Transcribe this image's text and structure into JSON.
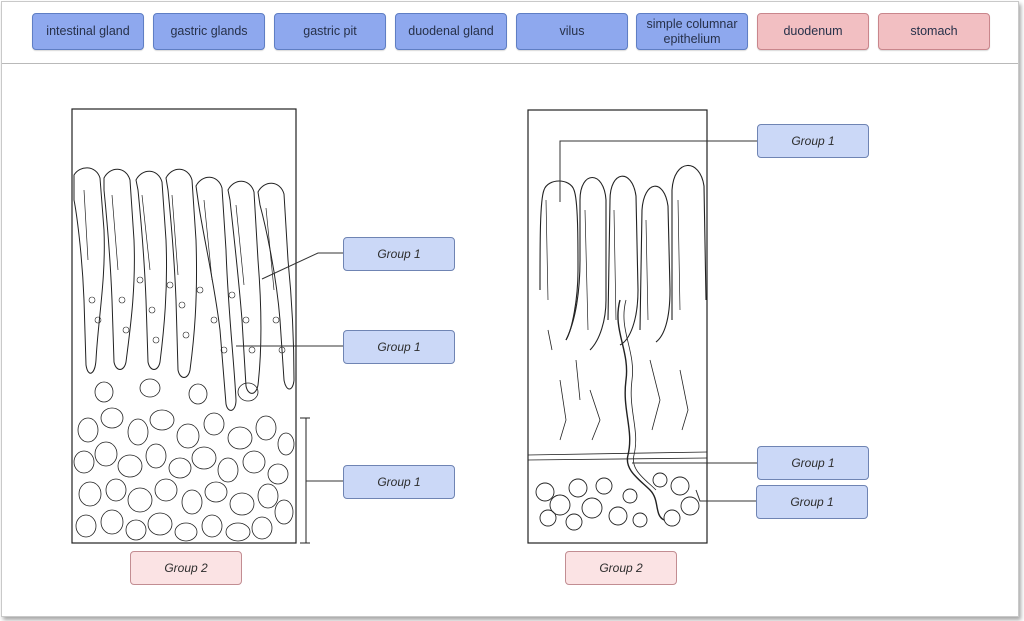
{
  "word_bank": [
    {
      "label": "intestinal gland",
      "color": "#8ea8ee"
    },
    {
      "label": "gastric glands",
      "color": "#8ea8ee"
    },
    {
      "label": "gastric pit",
      "color": "#8ea8ee"
    },
    {
      "label": "duodenal gland",
      "color": "#8ea8ee"
    },
    {
      "label": "vilus",
      "color": "#8ea8ee"
    },
    {
      "label": "simple columnar epithelium",
      "color": "#8ea8ee"
    },
    {
      "label": "duodenum",
      "color": "#f2bfc2"
    },
    {
      "label": "stomach",
      "color": "#f2bfc2"
    }
  ],
  "targets": {
    "stomach_label_1": "Group 1",
    "stomach_label_2": "Group 1",
    "stomach_label_3": "Group 1",
    "stomach_title": "Group 2",
    "duodenum_label_1": "Group 1",
    "duodenum_label_2": "Group 1",
    "duodenum_label_3": "Group 1",
    "duodenum_title": "Group 2"
  },
  "colors": {
    "term_chip": "#8ea8ee",
    "organ_chip": "#f2bfc2",
    "group1_target": "#cbd8f7",
    "group2_target": "#fbe3e4"
  }
}
